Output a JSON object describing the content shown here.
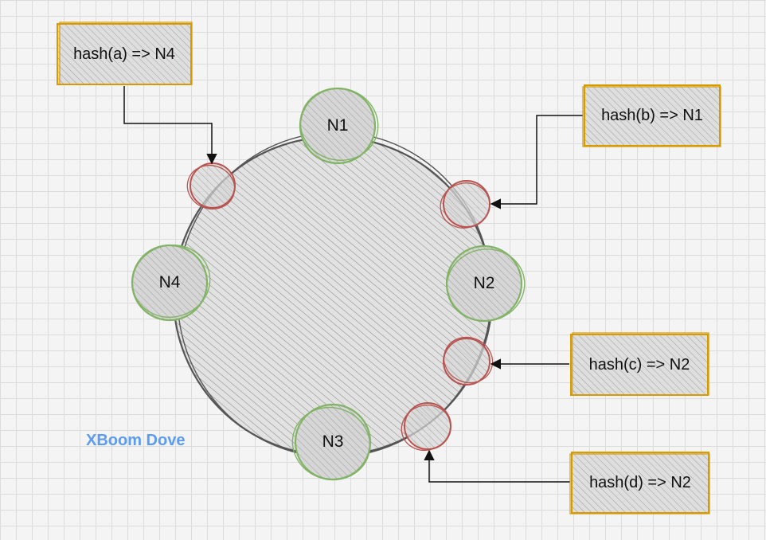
{
  "colors": {
    "ring_stroke": "#555555",
    "ring_hatch": "#8a8a8a",
    "node_stroke": "#82b366",
    "key_stroke": "#b85450",
    "box_stroke": "#d79b00",
    "arrow": "#111111",
    "watermark": "#5b9cf0"
  },
  "ring": {
    "label": ""
  },
  "nodes": [
    {
      "id": "N1",
      "label": "N1"
    },
    {
      "id": "N2",
      "label": "N2"
    },
    {
      "id": "N3",
      "label": "N3"
    },
    {
      "id": "N4",
      "label": "N4"
    }
  ],
  "keys": [
    {
      "id": "a",
      "maps_to": "N4"
    },
    {
      "id": "b",
      "maps_to": "N1"
    },
    {
      "id": "c",
      "maps_to": "N2"
    },
    {
      "id": "d",
      "maps_to": "N2"
    }
  ],
  "mappings": [
    {
      "label": "hash(a) => N4",
      "key": "a"
    },
    {
      "label": "hash(b) => N1",
      "key": "b"
    },
    {
      "label": "hash(c) => N2",
      "key": "c"
    },
    {
      "label": "hash(d) => N2",
      "key": "d"
    }
  ],
  "watermark": "XBoom Dove"
}
